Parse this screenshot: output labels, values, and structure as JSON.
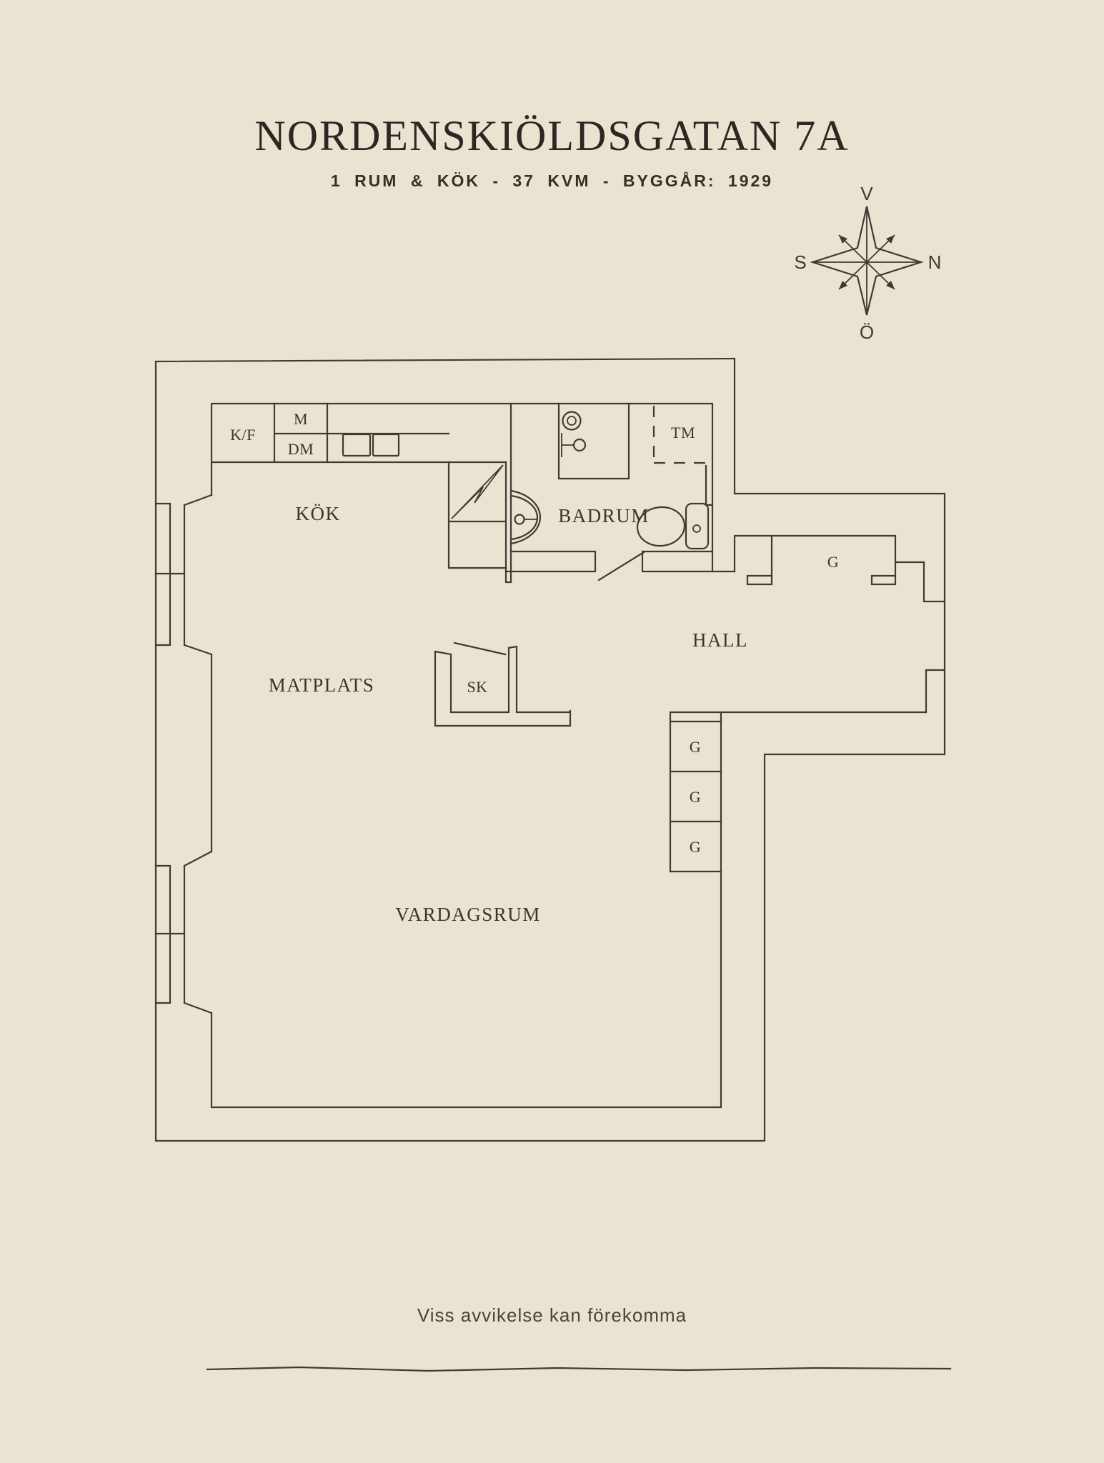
{
  "page": {
    "background_color": "#eae3d1",
    "line_color": "#3f3a33"
  },
  "header": {
    "title": "NORDENSKIÖLDSGATAN 7A",
    "subtitle": "1 RUM & KÖK - 37 KVM - BYGGÅR: 1929"
  },
  "compass": {
    "west_label": "V",
    "north_label": "N",
    "south_label": "S",
    "east_label": "Ö"
  },
  "plan": {
    "rooms": [
      {
        "name": "kok",
        "label": "KÖK"
      },
      {
        "name": "matplats",
        "label": "MATPLATS"
      },
      {
        "name": "vardagsrum",
        "label": "VARDAGSRUM"
      },
      {
        "name": "badrum",
        "label": "BADRUM"
      },
      {
        "name": "hall",
        "label": "HALL"
      }
    ],
    "fixtures": [
      {
        "name": "fridge-freezer",
        "label": "K/F"
      },
      {
        "name": "microwave",
        "label": "M"
      },
      {
        "name": "dishwasher",
        "label": "DM"
      },
      {
        "name": "washing-machine",
        "label": "TM"
      },
      {
        "name": "closet-sk",
        "label": "SK"
      },
      {
        "name": "hall-wardrobe",
        "label": "G"
      },
      {
        "name": "wardrobe-1",
        "label": "G"
      },
      {
        "name": "wardrobe-2",
        "label": "G"
      },
      {
        "name": "wardrobe-3",
        "label": "G"
      }
    ]
  },
  "footer": {
    "disclaimer": "Viss avvikelse kan förekomma"
  }
}
